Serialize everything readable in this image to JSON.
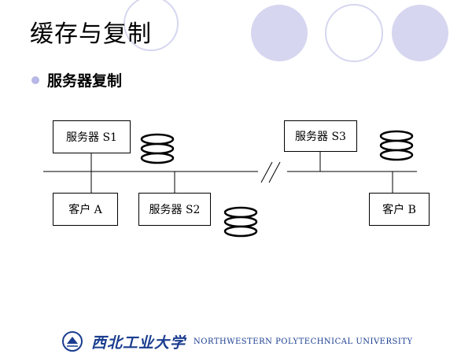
{
  "slide": {
    "title": "缓存与复制",
    "bullet": "服务器复制"
  },
  "diagram": {
    "nodes": {
      "server_s1": "服务器 S1",
      "server_s2": "服务器 S2",
      "server_s3": "服务器 S3",
      "client_a": "客户 A",
      "client_b": "客户 B"
    }
  },
  "footer": {
    "university_cn": "西北工业大学",
    "university_en": "NORTHWESTERN POLYTECHNICAL UNIVERSITY"
  },
  "colors": {
    "decor_circle": "#d6d6f0",
    "bullet": "#b8b8e6",
    "footer_text": "#1a3d8f"
  }
}
